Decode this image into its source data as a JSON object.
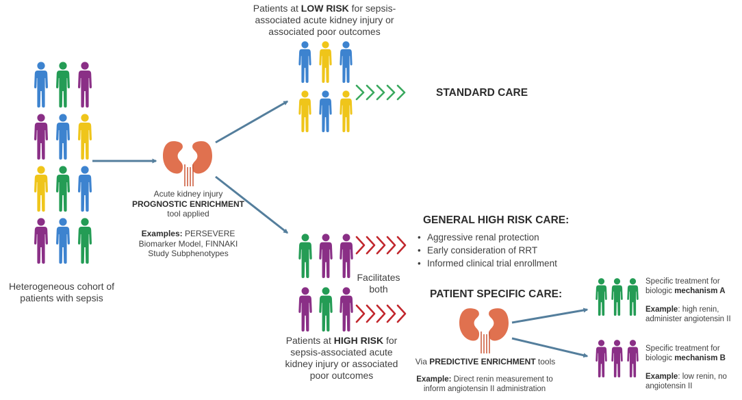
{
  "cohort": {
    "label": "Heterogeneous cohort of patients with sepsis",
    "person_colors": [
      [
        "blue",
        "green",
        "purple"
      ],
      [
        "purple",
        "blue",
        "yellow"
      ],
      [
        "yellow",
        "green",
        "blue"
      ],
      [
        "purple",
        "blue",
        "green"
      ]
    ]
  },
  "prognostic": {
    "line1": "Acute kidney injury",
    "line2": "PROGNOSTIC ENRICHMENT",
    "line3": "tool applied",
    "examples_label": "Examples:",
    "examples_line1": "PERSEVERE",
    "examples_line2": "Biomarker Model, FINNAKI",
    "examples_line3": "Study Subphenotypes"
  },
  "low_risk": {
    "line1_a": "Patients at",
    "line1_b": "LOW RISK",
    "line1_c": "for sepsis-",
    "line2": "associated acute kidney injury or",
    "line3": "associated poor outcomes",
    "person_colors": [
      [
        "blue",
        "yellow",
        "blue"
      ],
      [
        "yellow",
        "blue",
        "yellow"
      ]
    ],
    "care": "STANDARD CARE"
  },
  "high_risk": {
    "line1_a": "Patients at",
    "line1_b": "HIGH RISK",
    "line1_c": "for",
    "line2": "sepsis-associated acute",
    "line3": "kidney injury or associated",
    "line4": "poor outcomes",
    "person_colors": [
      [
        "green",
        "purple",
        "purple"
      ],
      [
        "purple",
        "green",
        "purple"
      ]
    ],
    "facilitates_1": "Facilitates",
    "facilitates_2": "both"
  },
  "general_care": {
    "title": "GENERAL HIGH RISK CARE:",
    "items": [
      "Aggressive renal protection",
      "Early consideration of RRT",
      "Informed clinical trial enrollment"
    ]
  },
  "specific_care": {
    "title": "PATIENT SPECIFIC CARE:",
    "via_a": "Via",
    "via_b": "PREDICTIVE ENRICHMENT",
    "via_c": "tools",
    "example_label": "Example:",
    "example_line1": "Direct renin measurement to",
    "example_line2": "inform angiotensin II administration"
  },
  "mechanism_a": {
    "line1": "Specific treatment for",
    "line2_a": "biologic",
    "line2_b": "mechanism A",
    "example_label": "Example",
    "example_line1": ": high renin,",
    "example_line2": "administer angiotensin II",
    "person_colors": [
      "green",
      "green",
      "green"
    ]
  },
  "mechanism_b": {
    "line1": "Specific treatment for",
    "line2_a": "biologic",
    "line2_b": "mechanism B",
    "example_label": "Example",
    "example_line1": ": low renin, no",
    "example_line2": "angiotensin II",
    "person_colors": [
      "purple",
      "purple",
      "purple"
    ]
  },
  "colors": {
    "blue": "#3d83cf",
    "green": "#249c55",
    "purple": "#8a2f86",
    "yellow": "#efc51a",
    "kidney": "#e0714f",
    "kidney_shade": "#cd5f40",
    "arrow": "#547e9c",
    "chevron_green": "#3aa85e",
    "chevron_red": "#c1272d"
  }
}
